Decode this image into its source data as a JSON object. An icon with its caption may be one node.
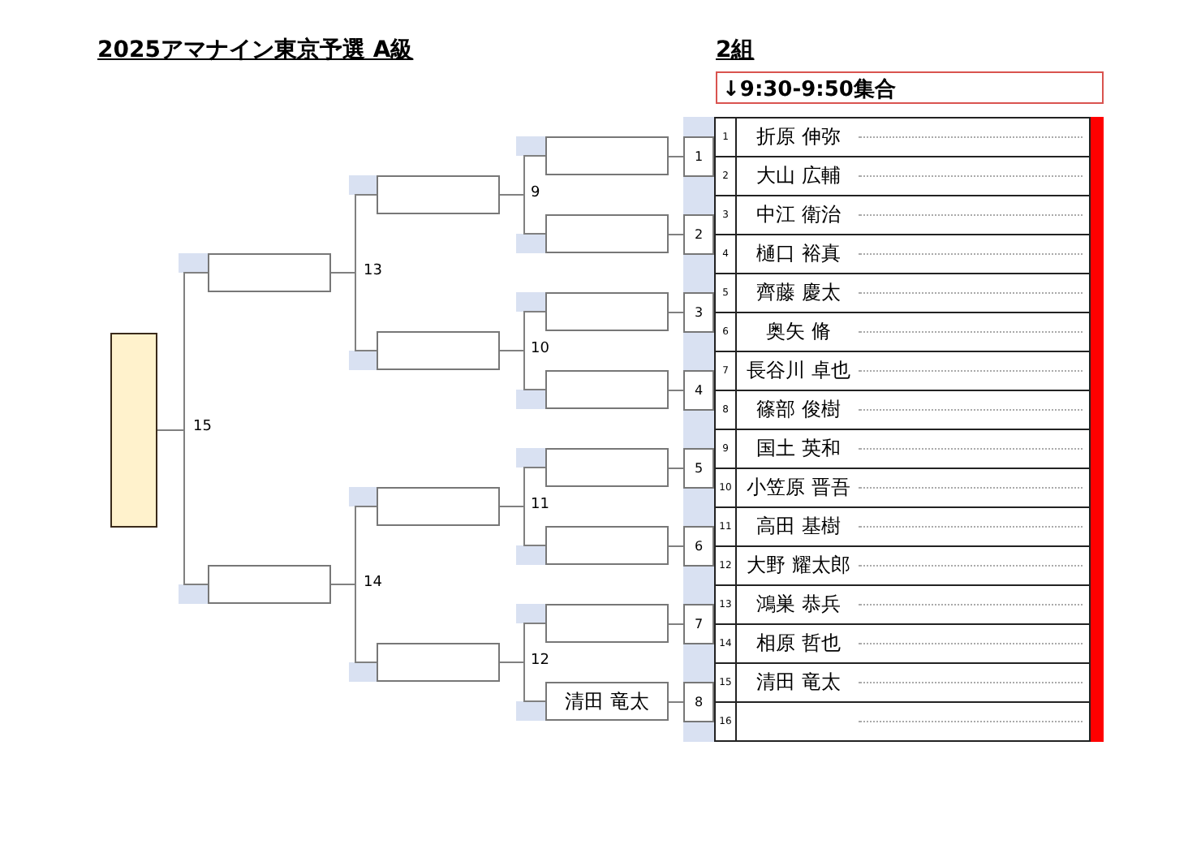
{
  "diagram": {
    "title": "2025アマナイン東京予選 A級",
    "nodes": [
      {
        "text": [
          "↓9:30-9:50集合"
        ]
      },
      {
        "text": [
          "1",
          "折原 伸弥"
        ]
      },
      {
        "text": [
          "2",
          "大山 広輔"
        ]
      },
      {
        "text": [
          "3",
          "中江 衛治"
        ]
      },
      {
        "text": [
          "4",
          "樋口 裕真"
        ]
      },
      {
        "text": [
          "5",
          "齊藤 慶太"
        ]
      },
      {
        "text": [
          "6",
          "奥矢 脩"
        ]
      },
      {
        "text": [
          "7",
          "長谷川 卓也"
        ]
      },
      {
        "text": [
          "8",
          "篠部 俊樹"
        ]
      },
      {
        "text": [
          "9",
          "国土 英和"
        ]
      },
      {
        "text": [
          "10",
          "小笠原 晋吾"
        ]
      },
      {
        "text": [
          "11",
          "高田 基樹"
        ]
      },
      {
        "text": [
          "12",
          "大野 耀太郎"
        ]
      },
      {
        "text": [
          "13",
          "鴻巣 恭兵"
        ]
      },
      {
        "text": [
          "14",
          "相原 哲也"
        ]
      },
      {
        "text": [
          "15",
          "清田 竜太"
        ]
      },
      {
        "text": [
          "16"
        ]
      },
      {
        "text": [
          "1"
        ]
      },
      {
        "text": [
          "2"
        ]
      },
      {
        "text": [
          "3"
        ]
      },
      {
        "text": [
          "4"
        ]
      },
      {
        "text": [
          "5"
        ]
      },
      {
        "text": [
          "6"
        ]
      },
      {
        "text": [
          "7"
        ]
      },
      {
        "text": [
          "8"
        ]
      },
      {
        "text": [],
        "shape": "box"
      },
      {
        "text": [],
        "shape": "box"
      },
      {
        "text": [],
        "shape": "box"
      },
      {
        "text": [],
        "shape": "box"
      },
      {
        "text": [],
        "shape": "box"
      },
      {
        "text": [],
        "shape": "box"
      },
      {
        "text": [],
        "shape": "box"
      },
      {
        "text": [],
        "shape": "box"
      },
      {
        "text": [],
        "shape": "box"
      },
      {
        "text": [],
        "shape": "box"
      },
      {
        "text": [],
        "shape": "box"
      },
      {
        "text": [],
        "shape": "box"
      },
      {
        "text": [],
        "shape": "box"
      },
      {
        "text": [],
        "shape": "box"
      },
      {
        "text": [
          "清田 竜太"
        ]
      }
    ],
    "edges": [
      {
        "from": 17,
        "to": 32,
        "arrow": "none"
      },
      {
        "from": 18,
        "to": 33,
        "arrow": "none"
      },
      {
        "from": 19,
        "to": 34,
        "arrow": "none"
      },
      {
        "from": 20,
        "to": 35,
        "arrow": "none"
      },
      {
        "from": 21,
        "to": 36,
        "arrow": "none"
      },
      {
        "from": 22,
        "to": 37,
        "arrow": "none"
      },
      {
        "from": 23,
        "to": 38,
        "arrow": "none"
      },
      {
        "from": 24,
        "to": 39,
        "arrow": "none"
      },
      {
        "from": 32,
        "to": 28,
        "arrow": "none"
      },
      {
        "from": 33,
        "to": 28,
        "arrow": "none"
      },
      {
        "from": 34,
        "to": 29,
        "arrow": "none"
      },
      {
        "from": 35,
        "to": 29,
        "arrow": "none"
      },
      {
        "from": 36,
        "to": 30,
        "arrow": "none"
      },
      {
        "from": 37,
        "to": 30,
        "arrow": "none"
      },
      {
        "from": 38,
        "to": 31,
        "arrow": "none"
      },
      {
        "from": 39,
        "to": 31,
        "arrow": "none"
      },
      {
        "from": 28,
        "to": 26,
        "arrow": "none"
      },
      {
        "from": 29,
        "to": 26,
        "arrow": "none"
      },
      {
        "from": 30,
        "to": 27,
        "arrow": "none"
      },
      {
        "from": 31,
        "to": 27,
        "arrow": "none"
      },
      {
        "from": 26,
        "to": 25,
        "arrow": "none"
      },
      {
        "from": 27,
        "to": 25,
        "arrow": "none"
      }
    ],
    "labels": [
      "2組",
      "9",
      "10",
      "11",
      "12",
      "13",
      "14",
      "15"
    ]
  }
}
